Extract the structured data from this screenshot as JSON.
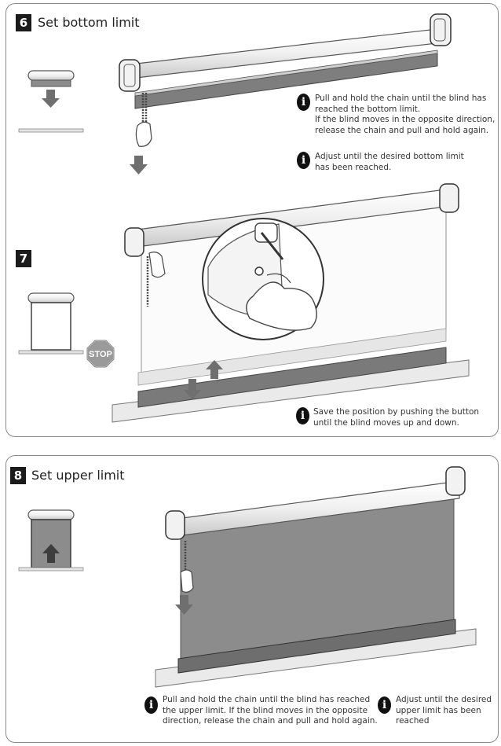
{
  "steps": [
    {
      "number": "6",
      "title": "Set bottom limit",
      "notes": [
        {
          "icon": "info-icon",
          "lines": [
            "Pull and hold the chain until the blind has",
            "reached the bottom limit.",
            "If the blind moves in the opposite direction,",
            "release the chain and pull  and hold again."
          ]
        },
        {
          "icon": "info-icon",
          "lines": [
            "Adjust until the desired bottom limit",
            "has been reached."
          ]
        }
      ]
    },
    {
      "number": "7",
      "title": "",
      "stop_sign": "STOP",
      "notes": [
        {
          "icon": "info-icon",
          "lines": [
            "Save the position by pushing the button",
            "until the blind moves up and down."
          ]
        }
      ]
    },
    {
      "number": "8",
      "title": "Set upper limit",
      "notes": [
        {
          "icon": "info-icon",
          "lines": [
            "Pull and hold the chain until the blind has reached",
            "the upper limit. If the blind moves in the opposite",
            "direction, release the chain and pull  and hold again."
          ]
        },
        {
          "icon": "info-icon",
          "lines": [
            "Adjust until the desired",
            "upper limit has been",
            "reached"
          ]
        }
      ]
    }
  ],
  "icon_glyph": "i",
  "colors": {
    "border": "#8a8a8a",
    "blind_fabric": "#8c8c8c",
    "bottom_bar": "#7a7a7a",
    "stop_sign": "#9a9a9a",
    "arrow": "#6f6f6f"
  }
}
